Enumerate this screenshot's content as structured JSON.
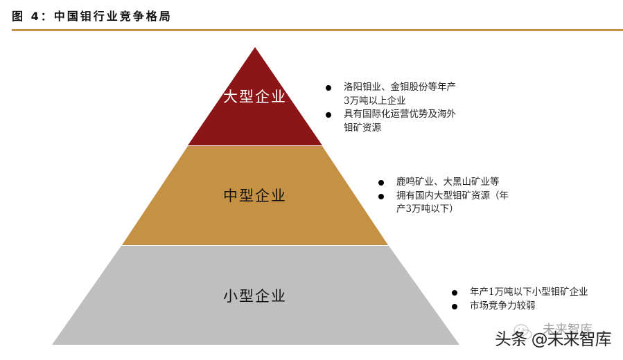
{
  "header": {
    "title": "图 4：中国钼行业竞争格局",
    "rule_color": "#C59245"
  },
  "pyramid": {
    "tiers": [
      {
        "label": "大型企业",
        "fill": "#8B1517",
        "label_color": "#ffffff",
        "notes": [
          "洛阳钼业、金钼股份等年产3万吨以上企业",
          "具有国际化运营优势及海外钼矿资源"
        ],
        "notes_lines": [
          [
            "洛阳钼业、金钼股份等年产",
            "3万吨以上企业"
          ],
          [
            "具有国际化运营优势及海外",
            "钼矿资源"
          ]
        ]
      },
      {
        "label": "中型企业",
        "fill": "#C59245",
        "label_color": "#111111",
        "notes": [
          "鹿鸣矿业、大黑山矿业等",
          "拥有国内大型钼矿资源（年产3万吨以下）"
        ],
        "notes_lines": [
          [
            "鹿鸣矿业、大黑山矿业等"
          ],
          [
            "拥有国内大型钼矿资源（年",
            "产3万吨以下）"
          ]
        ]
      },
      {
        "label": "小型企业",
        "fill": "#BFBFBF",
        "label_color": "#111111",
        "notes": [
          "年产1万吨以下小型钼矿企业",
          "市场竞争力较弱"
        ],
        "notes_lines": [
          [
            "年产1万吨以下小型钼矿企业"
          ],
          [
            "市场竞争力较弱"
          ]
        ]
      }
    ]
  },
  "watermark": {
    "text": "头条 @未来智库",
    "ghost_text": "未来智库"
  }
}
